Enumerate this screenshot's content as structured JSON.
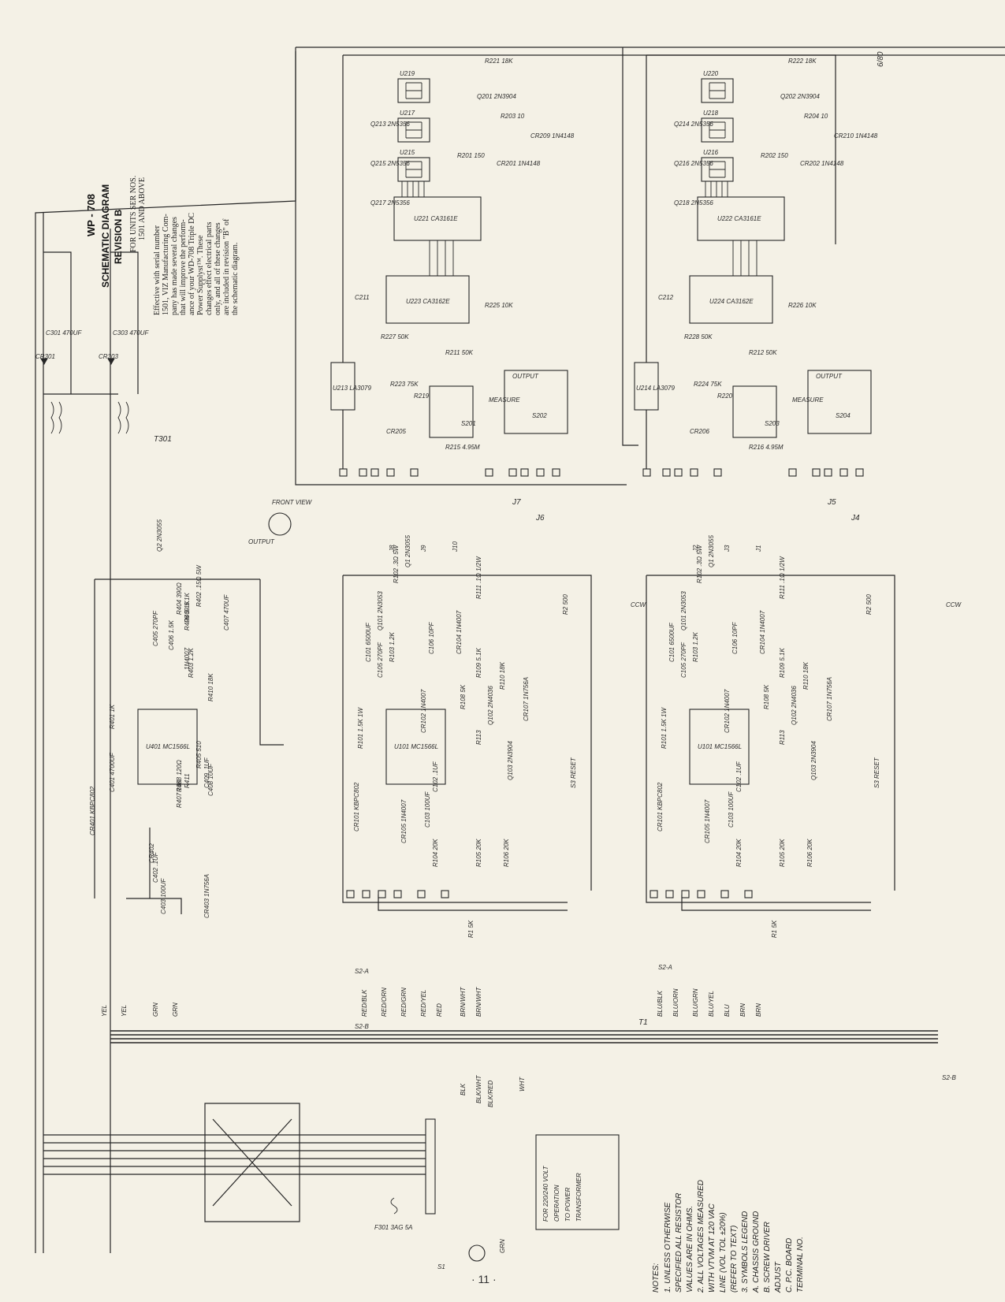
{
  "header": {
    "title": "WP - 708",
    "subtitle_line1": "SCHEMATIC DIAGRAM",
    "subtitle_line2": "REVISION B",
    "serial_line1": "FOR UNITS SER NOS.",
    "serial_line2": "1501 AND ABOVE",
    "body_lines": [
      "Effective with serial number",
      "1501, VIZ Manufacturing Com-",
      "pany has made several changes",
      "that will improve the perform-",
      "ance of your WD-708 Triple DC",
      "Power Supplyst™. These",
      "changes effect electrical parts",
      "only, and all of these changes",
      "are included in revision \"B\" of",
      "the schematic diagram."
    ]
  },
  "date_code": "6/80",
  "page_number": "· 11 ·",
  "display_sections": [
    {
      "digits": [
        "U219",
        "U217",
        "U215"
      ],
      "transistors": [
        "Q213 2N5356",
        "Q215 2N5356",
        "Q217 2N5356",
        "Q201 2N3904"
      ],
      "resistors": [
        "R221 18K",
        "R203 10",
        "R201 150"
      ],
      "diodes": [
        "CR209 1N4148",
        "CR201 1N4148"
      ],
      "ics": [
        "U221 CA3161E",
        "U223 CA3162E",
        "U213 LA3079"
      ],
      "trims": [
        "R225 10K",
        "R227 50K",
        "R211 50K",
        "R223 75K",
        "R219 75K",
        "R215 4.95M"
      ],
      "switches": [
        "S201",
        "S202"
      ],
      "misc": [
        "CR205",
        "C211"
      ],
      "jacks": [
        "J7",
        "J6"
      ],
      "meter_labels": [
        "MEASURE",
        "OUTPUT"
      ]
    },
    {
      "digits": [
        "U220",
        "U218",
        "U216"
      ],
      "transistors": [
        "Q214 2N5356",
        "Q216 2N5356",
        "Q218 2N5356",
        "Q202 2N3904"
      ],
      "resistors": [
        "R222 18K",
        "R204 10",
        "R202 150"
      ],
      "diodes": [
        "CR210 1N4148",
        "CR202 1N4148"
      ],
      "ics": [
        "U222 CA3161E",
        "U224 CA3162E",
        "U214 LA3079"
      ],
      "trims": [
        "R226 10K",
        "R228 50K",
        "R212 50K",
        "R224 75K",
        "R220 75K",
        "R216 4.95M"
      ],
      "switches": [
        "S203",
        "S204"
      ],
      "misc": [
        "CR206",
        "C212"
      ],
      "jacks": [
        "J5",
        "J4"
      ],
      "meter_labels": [
        "MEASURE",
        "OUTPUT"
      ]
    }
  ],
  "supply_5v": {
    "parts": [
      "U401 MC1566L",
      "Q2 2N3055",
      "R401 1K",
      "C401 4700UF",
      "CR401 KBPC802",
      "CR402",
      "C402 .1UF",
      "C403 100UF",
      "CR403 1N756A",
      "R402 .15Ω 5W",
      "C407 470UF",
      "R404 390Ω",
      "C405 270PF",
      "C406 1.5K",
      "R403 1.2K",
      "R410 18K",
      "R406 5.1K",
      "R409 5.1K",
      "R405 510",
      "1N4007",
      "R407 18K",
      "R411",
      "R408 120Ω",
      "C408 10UF",
      "C409 .1UF"
    ],
    "labels": [
      "OUTPUT",
      "FRONT VIEW"
    ]
  },
  "regulators": [
    {
      "parts": [
        "U101 MC1566L",
        "Q1 2N3055",
        "Q101 2N3053",
        "Q102 2N4036",
        "Q103 2N3904",
        "CR101 KBPC802",
        "CR105 1N4007",
        "C101 6500UF",
        "R102 .3Ω 5W",
        "R111 .1Ω 1/2W",
        "R101 1.5K 1W",
        "R103 1.2K",
        "C105 270PF",
        "C106 10PF",
        "R109 5.1K",
        "R110 18K",
        "R108 5K",
        "CR107 1N756A",
        "CR102 1N4007",
        "CR104 1N4007",
        "R113",
        "C102 .1UF",
        "C103 100UF",
        "R104 20K",
        "R105 20K",
        "R106 20K",
        "R1 5K",
        "R2 500",
        "S3 RESET"
      ],
      "jacks": [
        "J8",
        "J9",
        "J10"
      ]
    },
    {
      "parts": [
        "U101 MC1566L",
        "Q1 2N3055",
        "Q101 2N3053",
        "Q102 2N4036",
        "Q103 2N3904",
        "CR101 KBPC802",
        "CR105 1N4007",
        "C101 6500UF",
        "R102 .3Ω 5W",
        "R111 .1Ω 1/2W",
        "R101 1.5K 1W",
        "R103 1.2K",
        "C105 270PF",
        "C106 10PF",
        "R109 5.1K",
        "R110 18K",
        "R108 5K",
        "CR107 1N756A",
        "CR102 1N4007",
        "CR104 1N4007",
        "R113",
        "C102 .1UF",
        "C103 100UF",
        "R104 20K",
        "R105 20K",
        "R106 20K",
        "R1 5K",
        "R2 500",
        "S3 RESET"
      ],
      "jacks": [
        "J2",
        "J3",
        "J1"
      ]
    }
  ],
  "transformer": {
    "name": "T1",
    "aux_name": "T301",
    "rectifiers": [
      "CR301",
      "CR303"
    ],
    "caps": [
      "C301 470UF",
      "C303 470UF"
    ],
    "wires_a": [
      "RED/BLK",
      "RED/ORN",
      "RED/GRN",
      "RED/YEL",
      "RED",
      "BRN/WHT",
      "BRN/WHT"
    ],
    "wires_b": [
      "BLU/BLK",
      "BLU/ORN",
      "BLU/GRN",
      "BLU/YEL",
      "BLU",
      "BRN",
      "BRN"
    ],
    "wires_5v": [
      "YEL",
      "YEL",
      "GRN",
      "GRN"
    ],
    "switches": [
      "S2-A",
      "S2-B",
      "S2-A",
      "S2-B"
    ],
    "primary_wires": [
      "BLK",
      "BLK/WHT",
      "BLK/RED",
      "WHT",
      "GRN"
    ],
    "ccw": "CCW"
  },
  "mains": {
    "fuse": "F301 3AG 5A",
    "switch": "S1",
    "note": [
      "FOR 220/240 VOLT",
      "OPERATION",
      "TO POWER",
      "TRANSFORMER"
    ]
  },
  "notes": {
    "heading": "NOTES:",
    "lines": [
      "1. UNLESS OTHERWISE",
      "SPECIFIED ALL RESISTOR",
      "VALUES ARE IN OHMS.",
      "2. ALL VOLTAGES MEASURED",
      "WITH VTVM AT 120 VAC",
      "LINE (VOL TOL ±20%)",
      "(REFER TO TEXT)",
      "3. SYMBOLS LEGEND",
      "A. CHASSIS GROUND",
      "B. SCREW DRIVER",
      "ADJUST",
      "C. P.C. BOARD",
      "TERMINAL NO."
    ]
  },
  "colors": {
    "paper": "#f4f1e6",
    "ink": "#262626"
  }
}
